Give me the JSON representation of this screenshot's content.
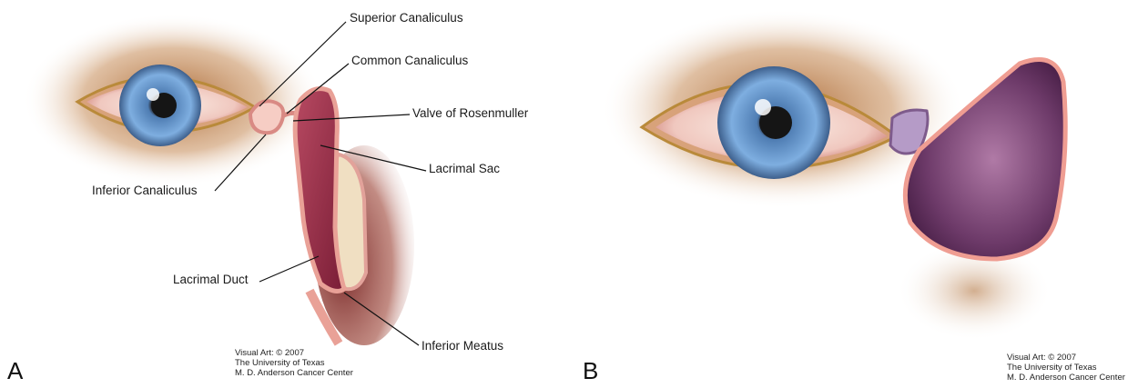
{
  "panels": [
    {
      "letter": "A",
      "labels": {
        "superior_canaliculus": "Superior Canaliculus",
        "common_canaliculus": "Common Canaliculus",
        "valve": "Valve of Rosenmuller",
        "lacrimal_sac": "Lacrimal Sac",
        "inferior_canaliculus": "Inferior Canaliculus",
        "lacrimal_duct": "Lacrimal Duct",
        "inferior_meatus": "Inferior Meatus"
      },
      "credit": [
        "Visual Art: © 2007",
        "The University of Texas",
        "M. D. Anderson Cancer Center"
      ]
    },
    {
      "letter": "B",
      "credit": [
        "Visual Art: © 2007",
        "The University of Texas",
        "M. D. Anderson Cancer Center"
      ]
    }
  ],
  "colors": {
    "skin_shadow": "#b5703a",
    "iris": "#6f9fd0",
    "mucosa": "#e59a90",
    "sac_fill": "#9a2f4b",
    "dilated_sac": "#6b3a68",
    "bone": "#f2e3c8"
  }
}
